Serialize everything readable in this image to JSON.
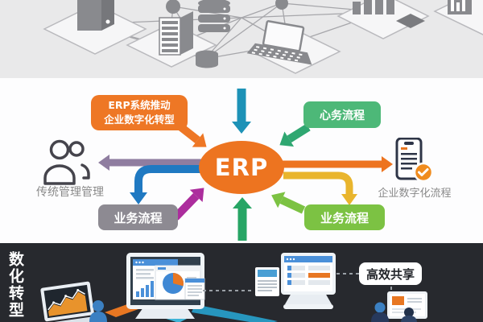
{
  "middle": {
    "center_label": "ERP",
    "driver_box": {
      "line1": "ERP系统推动",
      "line2": "企业数字化转型"
    },
    "process_box_top_right": "心务流程",
    "process_box_bottom_left": "业务流程",
    "process_box_bottom_right": "业务流程",
    "traditional_label": "传统管理管理",
    "digital_process_label": "企业数字化流程"
  },
  "bottom": {
    "vertical_label": "数化转型",
    "share_box_label": "高效共享"
  },
  "colors": {
    "erp_orange": "#ed7420",
    "driver_box_orange": "#ee7725",
    "process_green": "#4db878",
    "process_light_green": "#7cc243",
    "process_gray": "#8d8a92",
    "arrow_teal": "#1d92b7",
    "arrow_blue": "#1f79c2",
    "arrow_purple": "#8f7da0",
    "arrow_magenta": "#ac2d9d",
    "arrow_yellow": "#e9b52d",
    "arrow_green": "#27a565",
    "check_orange": "#f08c1e",
    "dark_band_bg": "#27292e",
    "top_band_bg": "#e9e9ea"
  }
}
